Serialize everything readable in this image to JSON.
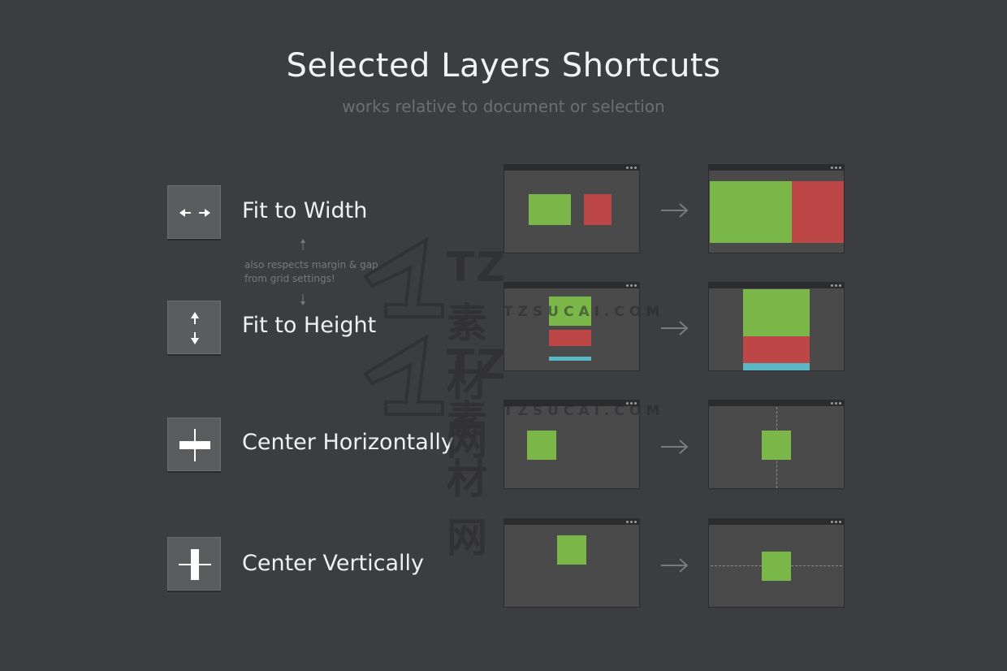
{
  "title": "Selected Layers Shortcuts",
  "subtitle": "works relative to document or selection",
  "note": "also respects margin & gap from grid settings!",
  "watermark": {
    "name": "TZ素材网",
    "site": "TZSUCAI.COM"
  },
  "shortcuts": [
    {
      "label": "Fit to Width",
      "icon": "horizontal-arrows-icon"
    },
    {
      "label": "Fit to Height",
      "icon": "vertical-arrows-icon"
    },
    {
      "label": "Center Horizontally",
      "icon": "center-horizontal-icon"
    },
    {
      "label": "Center Vertically",
      "icon": "center-vertical-icon"
    }
  ],
  "colors": {
    "background": "#3c3d40",
    "layer_green": "#7ab648",
    "layer_red": "#bd4746",
    "layer_cyan": "#5ab7c4",
    "window": "#4a4a4b"
  }
}
